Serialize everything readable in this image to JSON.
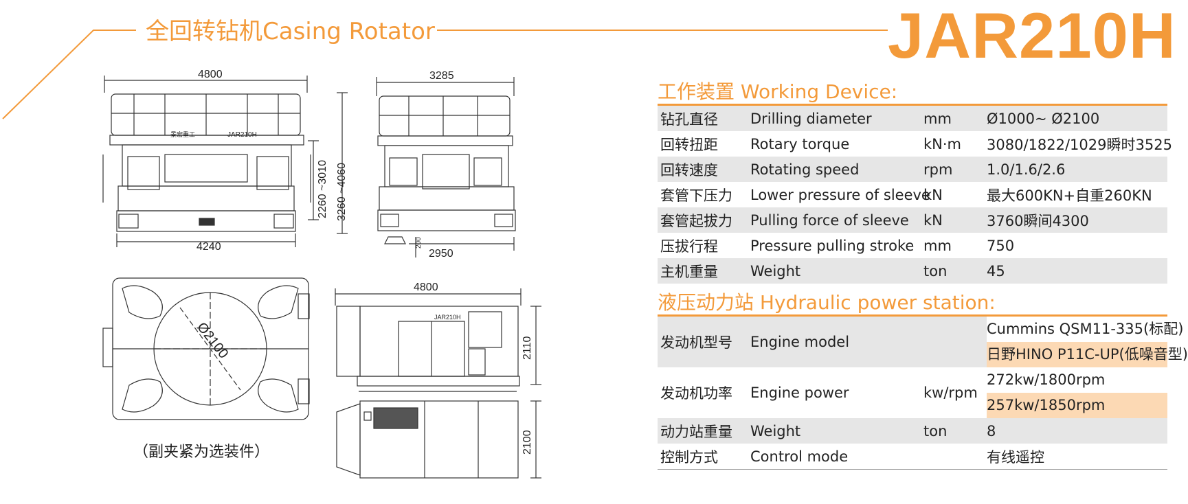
{
  "header": {
    "title": "全回转钻机Casing Rotator",
    "model": "JAR210H"
  },
  "drawing_labels": {
    "front_width_top": "4800",
    "front_width_bottom": "4240",
    "front_height_inner": "2260 ~3010",
    "front_height_outer": "3260 ~4060",
    "side_width_top": "3285",
    "side_width_bottom": "2950",
    "side_foot": "200",
    "top_diameter": "Ø2100",
    "power_width": "4800",
    "power_height": "2110",
    "power_depth": "2100",
    "machine_plate": "JAR210H",
    "brand_plate": "景宏重工",
    "note": "（副夹紧为选装件）"
  },
  "working_device": {
    "title": "工作装置 Working Device:",
    "rows": [
      {
        "cn": "钻孔直径",
        "en": "Drilling diameter",
        "unit": "mm",
        "value": "Ø1000~ Ø2100"
      },
      {
        "cn": "回转扭距",
        "en": "Rotary torque",
        "unit": "kN·m",
        "value": "3080/1822/1029瞬时3525"
      },
      {
        "cn": "回转速度",
        "en": "Rotating speed",
        "unit": "rpm",
        "value": "1.0/1.6/2.6"
      },
      {
        "cn": "套管下压力",
        "en": "Lower pressure of sleeve",
        "unit": "kN",
        "value": "最大600KN+自重260KN"
      },
      {
        "cn": "套管起拔力",
        "en": "Pulling force of sleeve",
        "unit": "kN",
        "value": "3760瞬间4300"
      },
      {
        "cn": "压拔行程",
        "en": "Pressure pulling stroke",
        "unit": "mm",
        "value": "750"
      },
      {
        "cn": "主机重量",
        "en": "Weight",
        "unit": "ton",
        "value": "45"
      }
    ]
  },
  "hydraulic_station": {
    "title": "液压动力站 Hydraulic power station:",
    "engine_model": {
      "cn": "发动机型号",
      "en": "Engine model",
      "unit": "",
      "value_1": "Cummins QSM11-335(标配)",
      "value_2": "日野HINO P11C-UP(低噪音型)"
    },
    "engine_power": {
      "cn": "发动机功率",
      "en": "Engine power",
      "unit": "kw/rpm",
      "value_1": "272kw/1800rpm",
      "value_2": "257kw/1850rpm"
    },
    "rows": [
      {
        "cn": "动力站重量",
        "en": "Weight",
        "unit": "ton",
        "value": "8"
      },
      {
        "cn": "控制方式",
        "en": "Control mode",
        "unit": "",
        "value": "有线遥控"
      }
    ]
  },
  "colors": {
    "accent": "#f39a3a",
    "shade": "#e6e6e6",
    "highlight": "#fcd9b4"
  }
}
